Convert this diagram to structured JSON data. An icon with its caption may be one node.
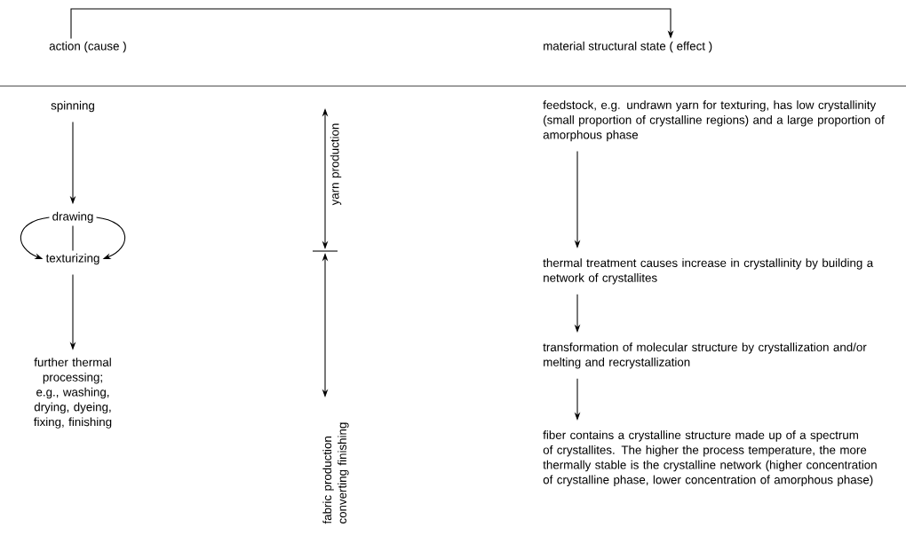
{
  "diagram": {
    "nodes": [
      {
        "text": [
          "action (cause )"
        ]
      },
      {
        "text": [
          "material structural state ( effect )"
        ]
      },
      {
        "text": [
          "spinning"
        ]
      },
      {
        "text": [
          "drawing"
        ]
      },
      {
        "text": [
          "texturizing"
        ]
      },
      {
        "text": [
          "further thermal processing; e.g., washing, drying, dyeing, fixing, finishing"
        ]
      },
      {
        "text": [
          "feedstock, e.g. undrawn yarn for texturing, has low crystallinity (small proportion of crystalline regions) and a large proportion of amorphous phase"
        ]
      },
      {
        "text": [
          "thermal treatment causes increase in crystallinity by building a network of crystallites"
        ]
      },
      {
        "text": [
          "transformation of molecular structure by crystallization and/or melting and recrystallization"
        ]
      },
      {
        "text": [
          "fiber contains a crystalline structure made up of a spectrum of crystallites. The higher the process temperature, the more thermally stable is the crystalline network (higher concentration of crystalline phase, lower concentration of amorphous phase)"
        ]
      }
    ],
    "edges": [
      {
        "from": 0,
        "to": 1,
        "arrow": "to"
      },
      {
        "from": 2,
        "to": 3,
        "arrow": "to"
      },
      {
        "from": 3,
        "to": 4,
        "arrow": "to"
      },
      {
        "from": 3,
        "to": 4,
        "arrow": "none"
      },
      {
        "from": 3,
        "to": 4,
        "arrow": "to"
      },
      {
        "from": 4,
        "to": 5,
        "arrow": "to"
      },
      {
        "from": 6,
        "to": 7,
        "arrow": "to"
      },
      {
        "from": 7,
        "to": 8,
        "arrow": "to"
      },
      {
        "from": 8,
        "to": 9,
        "arrow": "to"
      }
    ],
    "labels": [
      "yarn production",
      "fabric production converting finishing"
    ]
  }
}
